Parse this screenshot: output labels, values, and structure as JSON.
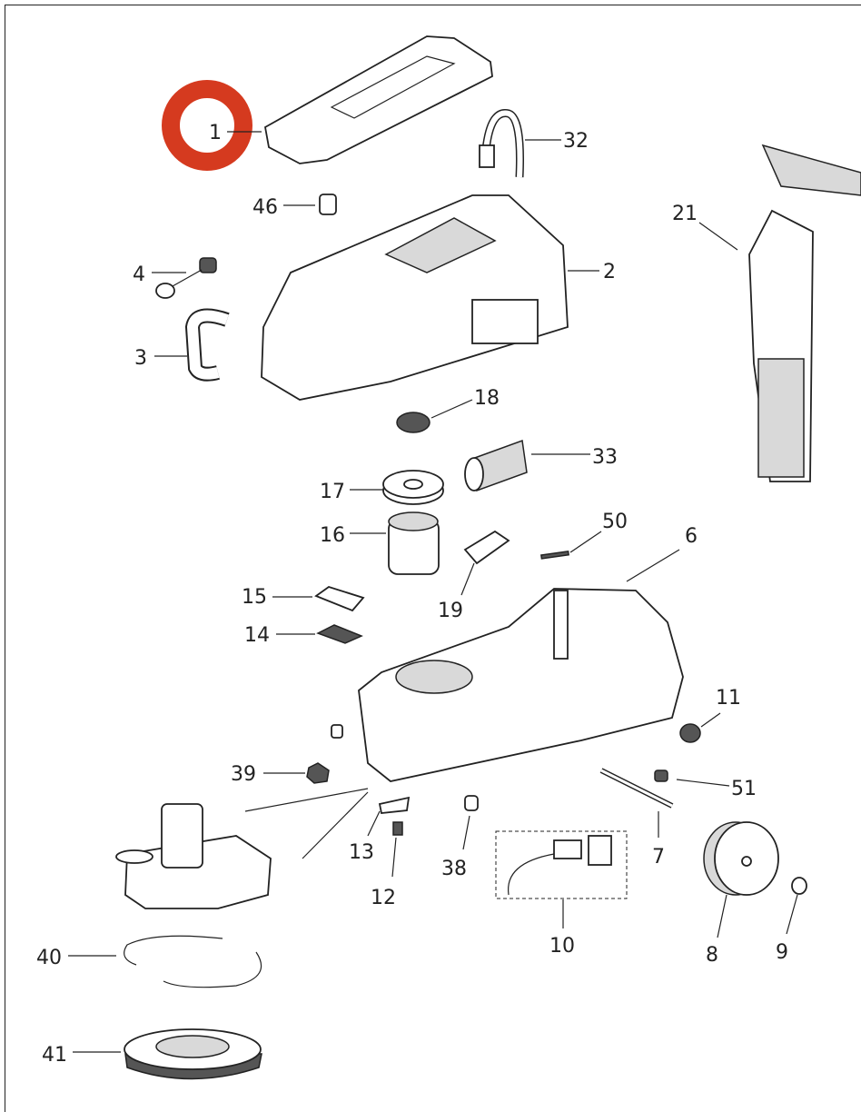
{
  "highlight_color": "#d53a1f",
  "highlighted_part": "1",
  "parts": [
    {
      "id": "p1",
      "label": "1"
    },
    {
      "id": "p32",
      "label": "32"
    },
    {
      "id": "p46",
      "label": "46"
    },
    {
      "id": "p21",
      "label": "21"
    },
    {
      "id": "p4",
      "label": "4"
    },
    {
      "id": "p2",
      "label": "2"
    },
    {
      "id": "p3",
      "label": "3"
    },
    {
      "id": "p18",
      "label": "18"
    },
    {
      "id": "p33",
      "label": "33"
    },
    {
      "id": "p17",
      "label": "17"
    },
    {
      "id": "p16",
      "label": "16"
    },
    {
      "id": "p50",
      "label": "50"
    },
    {
      "id": "p6",
      "label": "6"
    },
    {
      "id": "p15",
      "label": "15"
    },
    {
      "id": "p19",
      "label": "19"
    },
    {
      "id": "p14",
      "label": "14"
    },
    {
      "id": "p11",
      "label": "11"
    },
    {
      "id": "p39",
      "label": "39"
    },
    {
      "id": "p51",
      "label": "51"
    },
    {
      "id": "p13",
      "label": "13"
    },
    {
      "id": "p7",
      "label": "7"
    },
    {
      "id": "p38",
      "label": "38"
    },
    {
      "id": "p12",
      "label": "12"
    },
    {
      "id": "p10",
      "label": "10"
    },
    {
      "id": "p40",
      "label": "40"
    },
    {
      "id": "p8",
      "label": "8"
    },
    {
      "id": "p9",
      "label": "9"
    },
    {
      "id": "p41",
      "label": "41"
    }
  ]
}
